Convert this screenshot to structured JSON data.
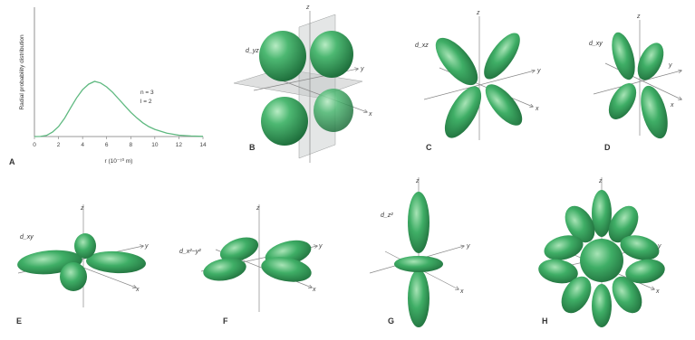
{
  "panels": {
    "a": {
      "letter": "A",
      "chart_data": {
        "type": "line",
        "ylabel": "Radial probability distribution",
        "xlabel": "r (10⁻¹⁰ m)",
        "xlim": [
          0,
          14
        ],
        "xticks": [
          "0",
          "2",
          "4",
          "6",
          "8",
          "10",
          "12",
          "14"
        ],
        "legend_n": "n = 3",
        "legend_l": "l = 2",
        "series": [
          {
            "x": [
              0,
              0.5,
              1,
              1.5,
              2,
              2.5,
              3,
              3.5,
              4,
              4.5,
              5,
              5.5,
              6,
              6.5,
              7,
              7.5,
              8,
              8.5,
              9,
              9.5,
              10,
              11,
              12,
              13,
              14
            ],
            "values": [
              0,
              0.002,
              0.02,
              0.08,
              0.18,
              0.33,
              0.52,
              0.7,
              0.85,
              0.95,
              1.0,
              0.97,
              0.9,
              0.8,
              0.68,
              0.56,
              0.44,
              0.34,
              0.25,
              0.18,
              0.13,
              0.06,
              0.025,
              0.01,
              0.004
            ]
          }
        ]
      }
    },
    "b": {
      "letter": "B",
      "orbital": "d_yz"
    },
    "c": {
      "letter": "C",
      "orbital": "d_xz"
    },
    "d": {
      "letter": "D",
      "orbital": "d_xy"
    },
    "e": {
      "letter": "E",
      "orbital": "d_xy"
    },
    "f": {
      "letter": "F",
      "orbital": "d_x²−y²"
    },
    "g": {
      "letter": "G",
      "orbital": "d_z²"
    },
    "h": {
      "letter": "H"
    },
    "axes": {
      "z": "z",
      "y": "y",
      "x": "x"
    },
    "colors": {
      "lobe": "#3aa15f",
      "lobe_dark": "#1e6e3c",
      "lobe_light": "#9fdcae",
      "plane": "#b9bcbc",
      "axis": "#7a7a7a"
    }
  }
}
